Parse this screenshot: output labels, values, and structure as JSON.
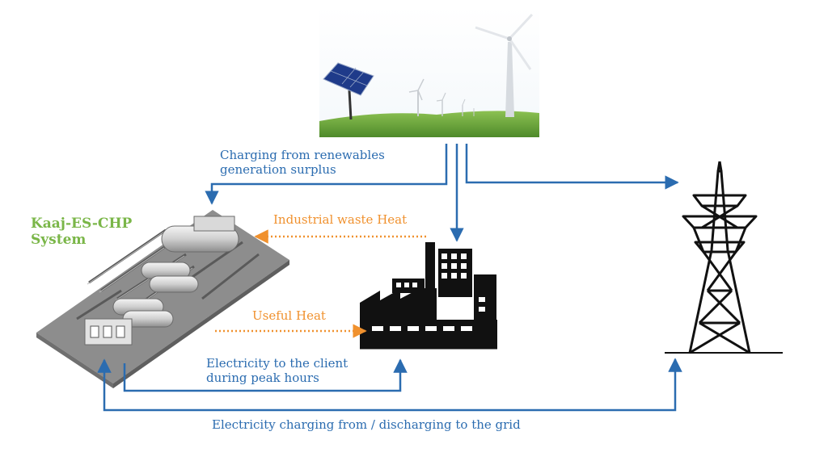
{
  "title": {
    "line1": "Kaaj-ES-CHP",
    "line2": "System"
  },
  "labels": {
    "charging_line1": "Charging from renewables",
    "charging_line2": "generation surplus",
    "waste_heat": "Industrial waste Heat",
    "useful_heat": "Useful Heat",
    "client_line1": "Electricity to the client",
    "client_line2": "during peak hours",
    "grid": "Electricity charging from / discharging to the grid"
  },
  "colors": {
    "electric": "#2b6cb0",
    "heat": "#f0912e",
    "title": "#7ab648"
  },
  "icons": [
    "renewables-photo-icon",
    "storage-system-icon",
    "factory-icon",
    "transmission-tower-icon"
  ]
}
